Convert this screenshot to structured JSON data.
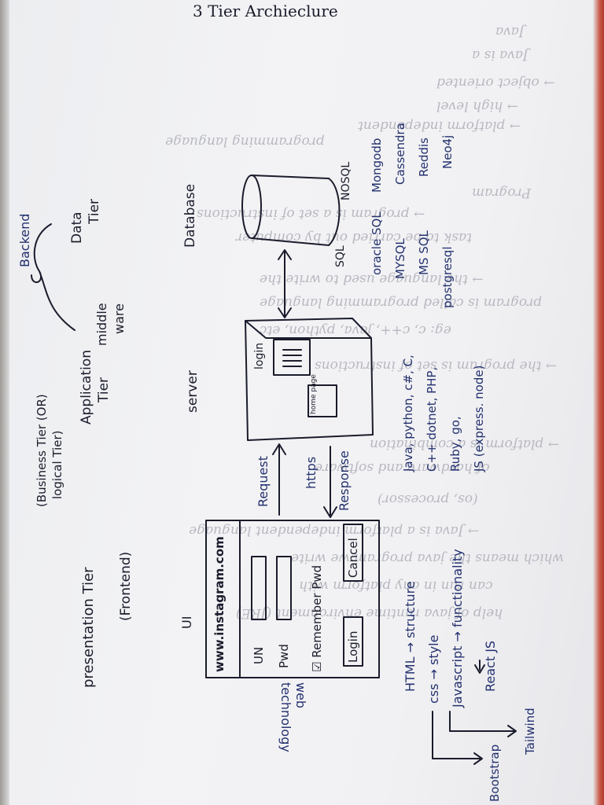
{
  "page": {
    "title": "3 Tier Archieclure"
  },
  "tiers": {
    "backend_label": "Backend",
    "business_tier": "(Business Tier (OR)",
    "logical_tier": "logical Tier)",
    "application_tier": "Application",
    "application_tier_2": "Tier",
    "middle_ware": "middle",
    "middle_ware_2": "ware",
    "data_tier": "Data",
    "data_tier_2": "Tier",
    "presentation_tier": "presentation Tier",
    "frontend": "(Frontend)"
  },
  "ui_box": {
    "caption": "UI",
    "url": "www.instagram.com",
    "un_label": "UN",
    "pwd_label": "Pwd",
    "remember_label": "Remember Pwd",
    "login_button": "Login",
    "cancel_button": "Cancel"
  },
  "arrows": {
    "request": "Request",
    "https": "https",
    "response": "Response"
  },
  "server": {
    "caption": "server",
    "login_page": "login",
    "home_page": "home page"
  },
  "database": {
    "caption": "Database",
    "sql": "SQL",
    "nosql": "NOSQL",
    "sql_items": [
      "oracle SQL",
      "MYSQL",
      "MS SQL",
      "postgresql"
    ],
    "nosql_items": [
      "Mongodb",
      "Cassendra",
      "Reddis",
      "Neo4j"
    ]
  },
  "server_langs": {
    "line1": "Java, python, c#, C,",
    "line2": "C++ dotnet, PHP,",
    "line3": "Ruby, go,",
    "line4": "JS (express. node)"
  },
  "web_tech": {
    "heading1": "web",
    "heading2": "technology",
    "html": "HTML → structure",
    "css": "css → style",
    "js": "Javascript → functionality",
    "react": "React JS",
    "bootstrap": "Bootstrap",
    "tailwind": "Tailwind"
  },
  "bleed_through": [
    "Java",
    "Java is a",
    "→ object oriented",
    "→ high level",
    "→ platform independent",
    "programming language",
    "Program",
    "→ program is a set of instructions",
    "task to be carried out by computer",
    "→ the language used to write the",
    "program is called programming language",
    "eg: c, c++, java, python, etc",
    "→ the program is set of instructions",
    "→ platform is a combination",
    "of hardware and software",
    "(os, processor)",
    "→ Java is a platform independent language",
    "which means the java program we write",
    "can run in any platform with",
    "help of java runtime environment (JRE)"
  ]
}
